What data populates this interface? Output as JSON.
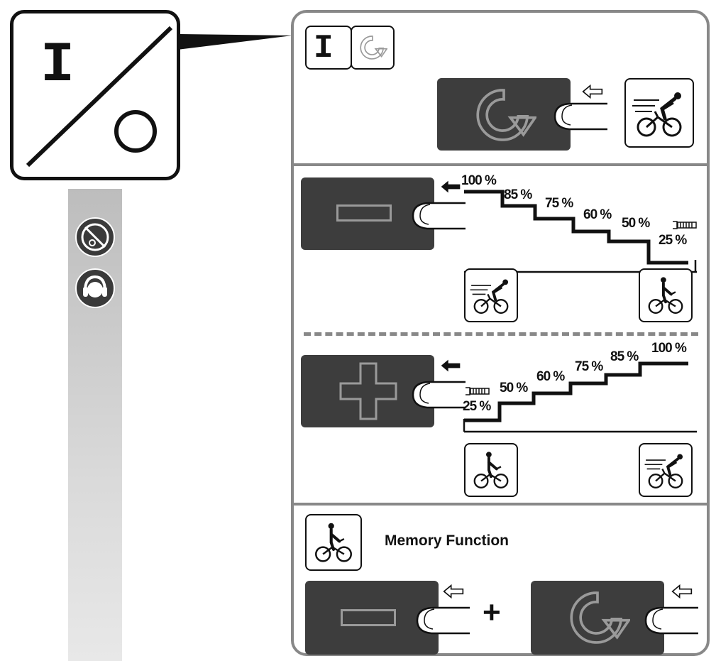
{
  "power_symbol": {
    "on": "I",
    "off": "O"
  },
  "side_icons": [
    {
      "icon": "no-pacemaker-icon"
    },
    {
      "icon": "hearing-protection-icon"
    }
  ],
  "top_section": {
    "on_key": "I"
  },
  "decrease_section": {
    "levels": [
      "100 %",
      "85 %",
      "75 %",
      "60 %",
      "50 %",
      "25 %"
    ]
  },
  "increase_section": {
    "levels": [
      "25 %",
      "50 %",
      "60 %",
      "75 %",
      "85 %",
      "100 %"
    ]
  },
  "memory_section": {
    "title": "Memory Function",
    "plus": "+"
  },
  "colors": {
    "button": "#3d3d3d",
    "frame": "#888888",
    "ink": "#111111"
  }
}
